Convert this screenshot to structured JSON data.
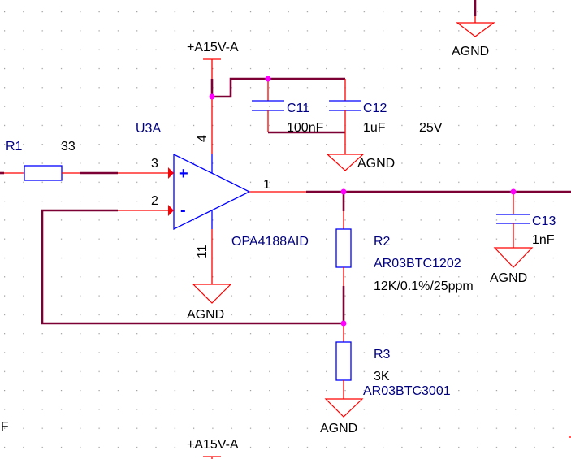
{
  "colors": {
    "wire": "#ff0000",
    "net": "#7d0035",
    "symbol": "#0000ff",
    "junction": "#ff00ff",
    "ref_label": "#000080"
  },
  "power": {
    "top": "+A15V-A",
    "bottom": "+A15V-A"
  },
  "ground": "AGND",
  "opamp": {
    "ref": "U3A",
    "part": "OPA4188AID",
    "pin_plus": "3",
    "pin_minus": "2",
    "pin_out": "1",
    "pin_vcc": "4",
    "pin_vee": "11",
    "plus_sign": "+",
    "minus_sign": "-"
  },
  "r1": {
    "ref": "R1",
    "value": "33"
  },
  "r2": {
    "ref": "R2",
    "part": "AR03BTC1202",
    "value": "12K/0.1%/25ppm"
  },
  "r3": {
    "ref": "R3",
    "value": "3K",
    "part": "AR03BTC3001"
  },
  "c11": {
    "ref": "C11",
    "value": "100nF"
  },
  "c12": {
    "ref": "C12",
    "value": "1uF",
    "voltage": "25V"
  },
  "c13": {
    "ref": "C13",
    "value": "1nF"
  },
  "edge_fragment": "nF"
}
